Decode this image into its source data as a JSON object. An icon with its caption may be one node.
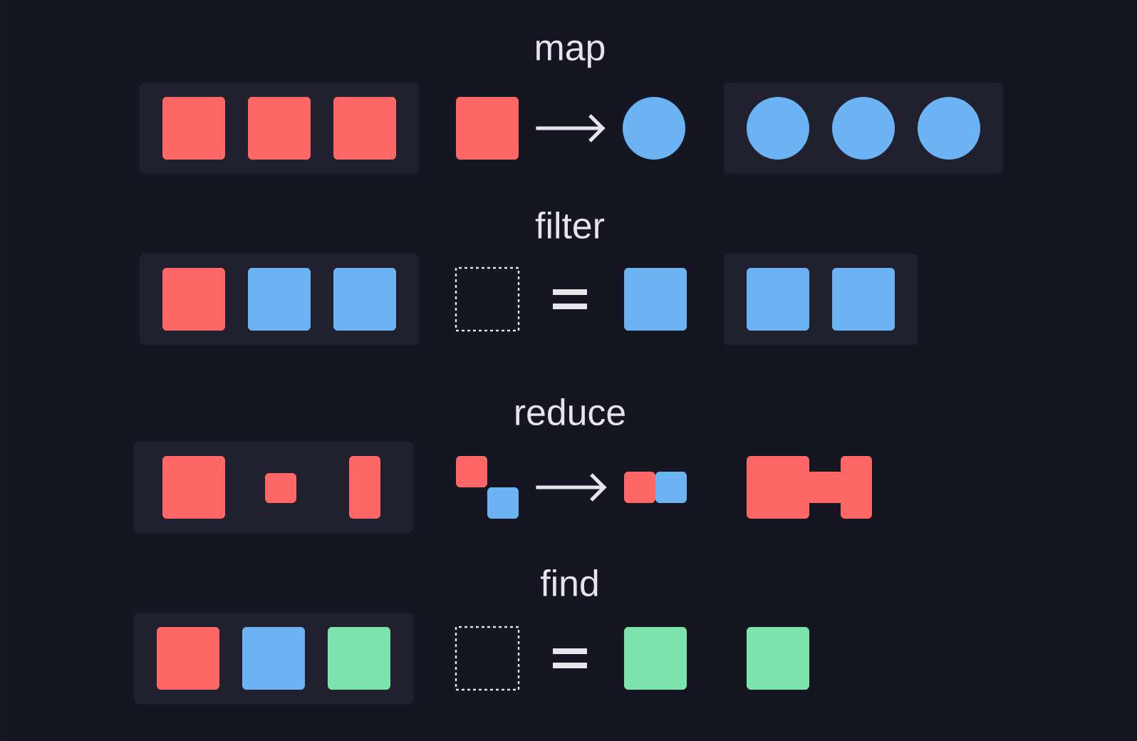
{
  "diagram": {
    "nodes": [
      {
        "text": [],
        "shape": "box"
      },
      {
        "text": [],
        "shape": "box",
        "in": 0
      },
      {
        "text": [],
        "shape": "box",
        "in": 0
      },
      {
        "text": [],
        "shape": "box",
        "in": 0
      },
      {
        "text": [],
        "shape": "box"
      },
      {
        "text": [],
        "shape": "circle"
      },
      {
        "text": [],
        "shape": "box"
      },
      {
        "text": [],
        "shape": "circle",
        "in": 6
      },
      {
        "text": [],
        "shape": "circle",
        "in": 6
      },
      {
        "text": [],
        "shape": "circle",
        "in": 6
      },
      {
        "text": [],
        "shape": "box"
      },
      {
        "text": [],
        "shape": "box",
        "in": 10
      },
      {
        "text": [],
        "shape": "box",
        "in": 10
      },
      {
        "text": [],
        "shape": "box",
        "in": 10
      },
      {
        "text": [],
        "shape": "box"
      },
      {
        "text": [],
        "shape": "box"
      },
      {
        "text": [],
        "shape": "box"
      },
      {
        "text": [],
        "shape": "box",
        "in": 16
      },
      {
        "text": [],
        "shape": "box",
        "in": 16
      },
      {
        "text": [],
        "shape": "box"
      },
      {
        "text": [],
        "shape": "box",
        "in": 19
      },
      {
        "text": [],
        "shape": "box",
        "in": 19
      },
      {
        "text": [],
        "shape": "bar",
        "in": 19
      },
      {
        "text": [],
        "shape": "box"
      },
      {
        "text": [],
        "shape": "box"
      },
      {
        "text": [],
        "shape": "box"
      },
      {
        "text": [],
        "shape": "box"
      },
      {
        "text": [],
        "shape": "box",
        "in": 26
      },
      {
        "text": [],
        "shape": "box",
        "in": 26
      },
      {
        "text": [],
        "shape": "box",
        "in": 26
      },
      {
        "text": [],
        "shape": "box"
      },
      {
        "text": [],
        "shape": "box"
      },
      {
        "text": [],
        "shape": "box"
      }
    ],
    "edges": [
      {
        "from": 4,
        "to": 5,
        "arrow": "to"
      },
      {
        "from": 23,
        "to": 24,
        "arrow": "to"
      }
    ],
    "labels": [
      "map",
      "filter",
      "reduce",
      "find"
    ]
  }
}
